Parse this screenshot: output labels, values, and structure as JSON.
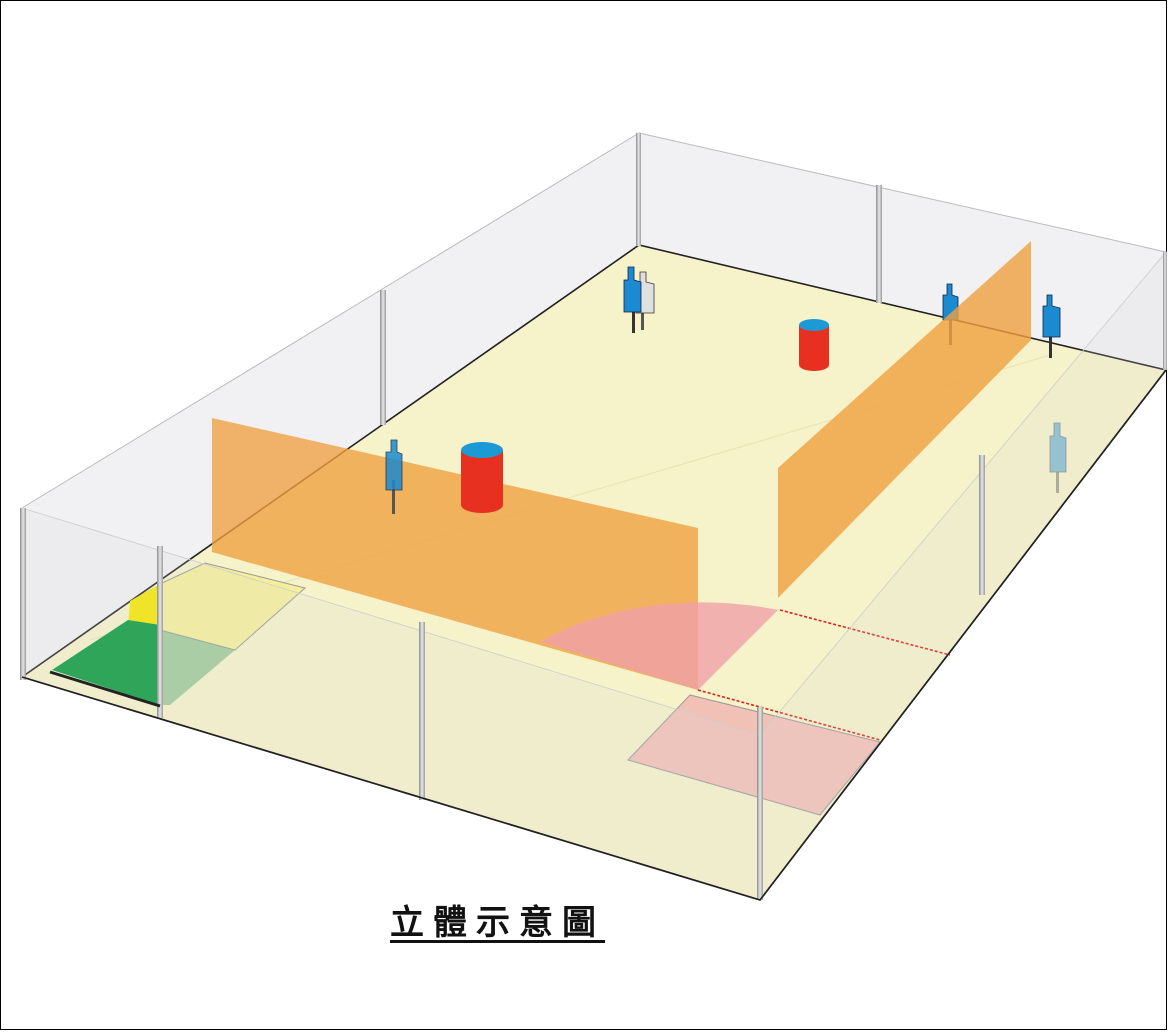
{
  "caption": "立體示意圖",
  "colors": {
    "floor": "#f4f0c0",
    "fence_glass": "#d8d8dc",
    "barrier": "#f0a040",
    "barrel_body": "#e83020",
    "barrel_top": "#1c9ad6",
    "target": "#1c8ad0",
    "no_shoot_target": "#e0e0e0",
    "start_box": "#f5ee90",
    "green_area": "#0a9a3c",
    "yellow_area": "#f5e700",
    "fault_zone": "#f0a0a8",
    "fault_line": "#e02020",
    "posts": "#a8a8a8"
  },
  "icons": [
    "fence-post",
    "paper-target",
    "no-shoot-target",
    "barrel",
    "barrier-wall",
    "start-area",
    "arc-zone",
    "fault-line"
  ]
}
